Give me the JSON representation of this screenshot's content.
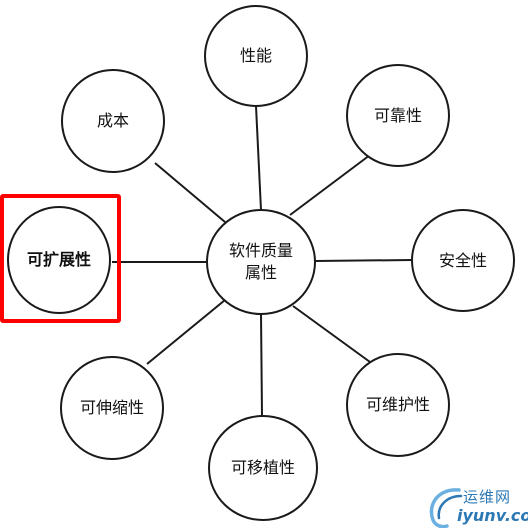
{
  "diagram": {
    "center": {
      "text": "软件质量\n属性"
    },
    "nodes": [
      {
        "id": "performance",
        "text": "性能"
      },
      {
        "id": "reliability",
        "text": "可靠性"
      },
      {
        "id": "security",
        "text": "安全性"
      },
      {
        "id": "maintainability",
        "text": "可维护性"
      },
      {
        "id": "portability",
        "text": "可移植性"
      },
      {
        "id": "scalability",
        "text": "可伸缩性"
      },
      {
        "id": "extensibility",
        "text": "可扩展性",
        "highlighted": true
      },
      {
        "id": "cost",
        "text": "成本"
      }
    ],
    "highlight_color": "#ff0000"
  },
  "watermark": {
    "text_cn": "运维网",
    "text_en": "iyunv.com",
    "color": "#2d79b5"
  }
}
